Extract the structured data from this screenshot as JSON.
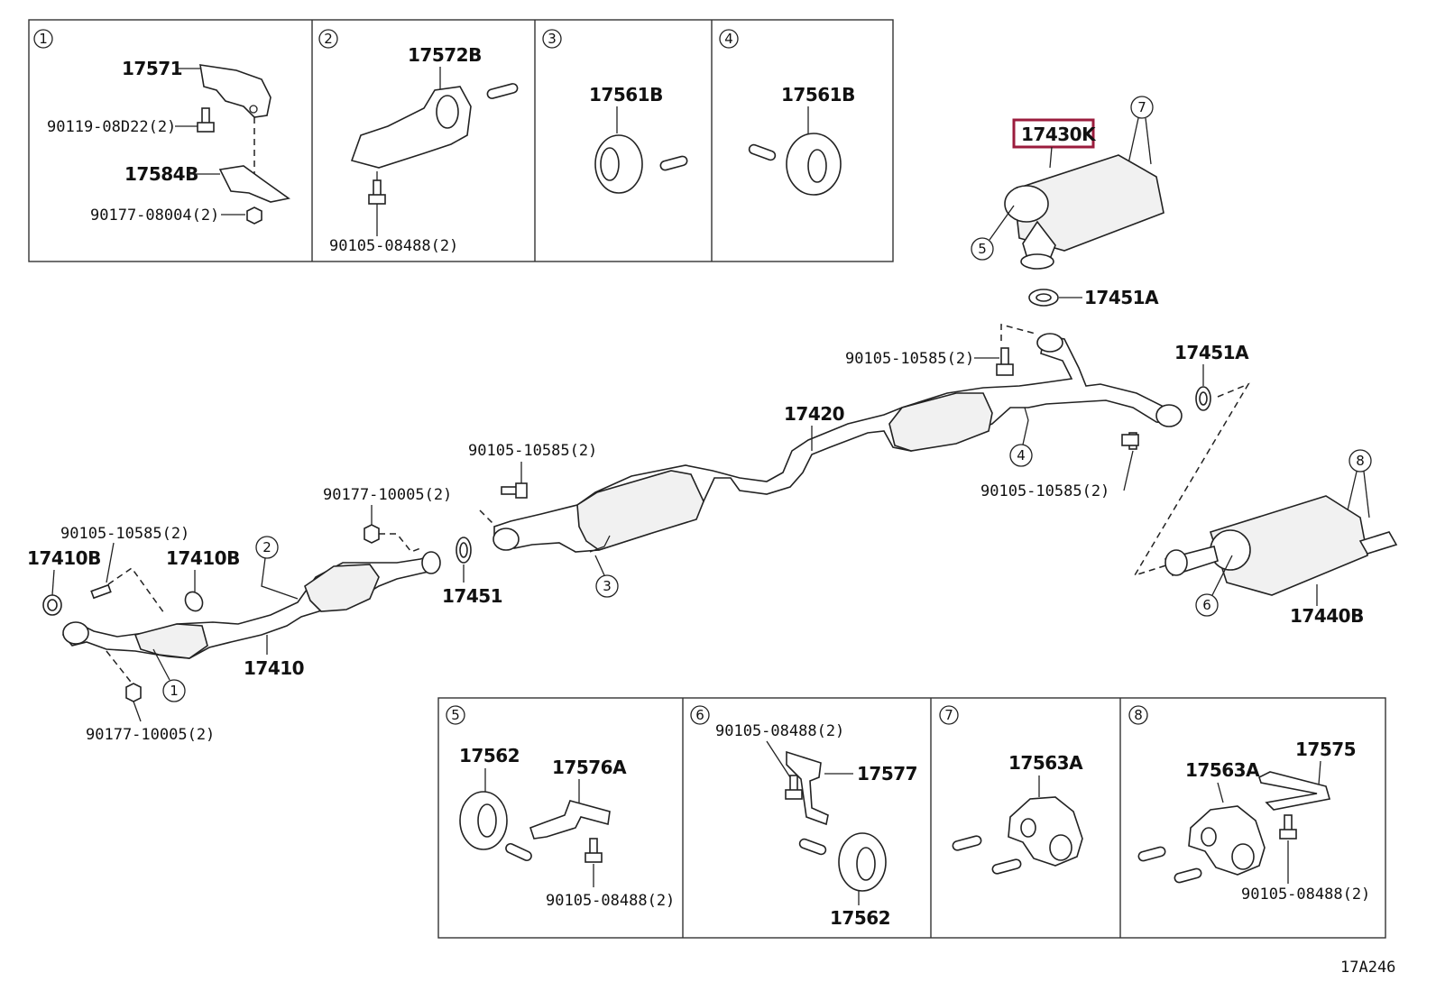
{
  "diagram_code": "17A246",
  "highlighted_part": "17430K",
  "panels": {
    "p1": {
      "num": "1",
      "parts": [
        "17571",
        "90119-08D22(2)",
        "17584B",
        "90177-08004(2)"
      ]
    },
    "p2": {
      "num": "2",
      "parts": [
        "17572B",
        "90105-08488(2)"
      ]
    },
    "p3": {
      "num": "3",
      "parts": [
        "17561B"
      ]
    },
    "p4": {
      "num": "4",
      "parts": [
        "17561B"
      ]
    },
    "p5": {
      "num": "5",
      "parts": [
        "17562",
        "17576A",
        "90105-08488(2)"
      ]
    },
    "p6": {
      "num": "6",
      "parts": [
        "90105-08488(2)",
        "17577",
        "17562"
      ]
    },
    "p7": {
      "num": "7",
      "parts": [
        "17563A"
      ]
    },
    "p8": {
      "num": "8",
      "parts": [
        "17563A",
        "17575",
        "90105-08488(2)"
      ]
    }
  },
  "main": {
    "muffler_top": "17430K",
    "gasket_top": "17451A",
    "bolt_top": "90105-10585(2)",
    "gasket_right": "17451A",
    "center_pipe": "17420",
    "bolt_right": "90105-10585(2)",
    "tail_muffler": "17440B",
    "bolt_center": "90105-10585(2)",
    "nut_center": "90177-10005(2)",
    "front_gasket": "17451",
    "bolt_left": "90105-10585(2)",
    "gasket_left_a": "17410B",
    "gasket_left_b": "17410B",
    "front_pipe": "17410",
    "nut_left": "90177-10005(2)"
  },
  "callouts": [
    "1",
    "2",
    "3",
    "4",
    "5",
    "6",
    "7",
    "8"
  ]
}
